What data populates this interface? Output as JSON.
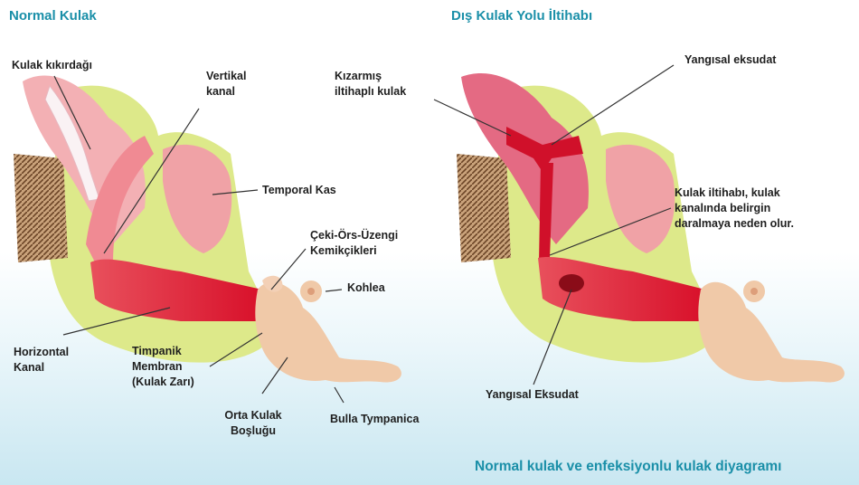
{
  "headings": {
    "normal": "Normal Kulak",
    "otitis": "Dış Kulak Yolu İltihabı",
    "caption": "Normal kulak ve enfeksiyonlu kulak diyagramı"
  },
  "normal_labels": {
    "cartilage": "Kulak kıkırdağı",
    "vertical_1": "Vertikal",
    "vertical_2": "kanal",
    "temporal": "Temporal Kas",
    "ossicles_1": "Çeki-Örs-Üzengi",
    "ossicles_2": "Kemikçikleri",
    "cochlea": "Kohlea",
    "horizontal_1": "Horizontal",
    "horizontal_2": "Kanal",
    "tympanic_1": "Timpanik",
    "tympanic_2": "Membran",
    "tympanic_3": "(Kulak Zarı)",
    "middle_1": "Orta Kulak",
    "middle_2": "Boşluğu",
    "bulla": "Bulla Tympanica"
  },
  "otitis_labels": {
    "red_1": "Kızarmış",
    "red_2": "iltihaplı kulak",
    "exudate_top": "Yangısal eksudat",
    "inflam_1": "Kulak iltihabı, kulak",
    "inflam_2": "kanalında belirgin",
    "inflam_3": "daralmaya neden olur.",
    "exudate_bottom": "Yangısal Eksudat"
  }
}
